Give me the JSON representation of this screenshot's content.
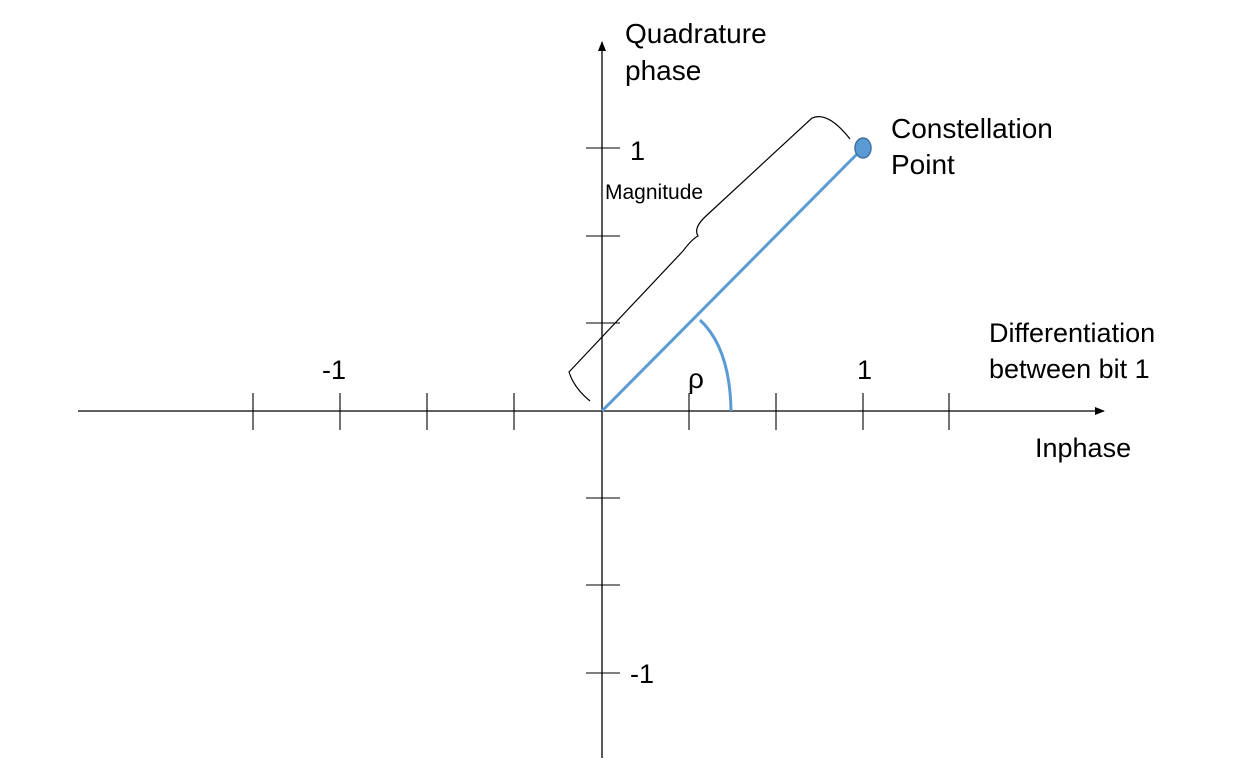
{
  "diagram": {
    "y_axis_label": [
      "Quadrature",
      "phase"
    ],
    "x_axis_label": "Inphase",
    "x_axis_side_label": [
      "Differentiation",
      "between bit 1"
    ],
    "point_label": [
      "Constellation",
      "Point"
    ],
    "magnitude_label": "Magnitude",
    "angle_label": "ρ",
    "tick_labels": {
      "x_neg": "-1",
      "x_pos": "1",
      "y_pos": "1",
      "y_neg": "-1"
    },
    "point": {
      "i": 1,
      "q": 1
    },
    "colors": {
      "vector": "#5b9bd5",
      "point_fill": "#5b9bd5",
      "point_stroke": "#41719c",
      "axes": "#000000"
    }
  }
}
